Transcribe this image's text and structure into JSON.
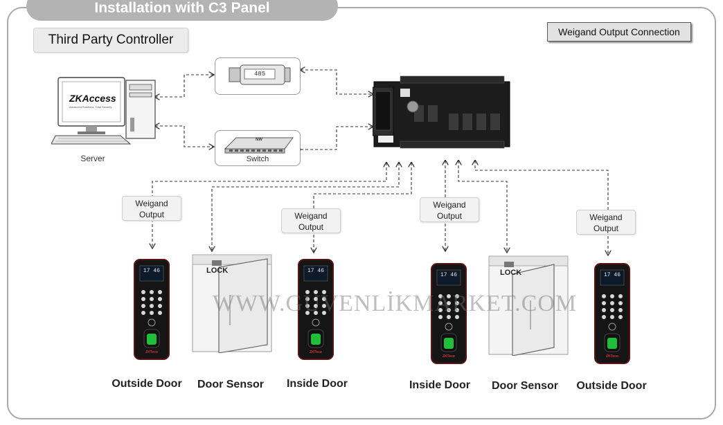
{
  "title": "Installation with C3 Panel",
  "controller_label": "Third Party Controller",
  "connection_type": "Weigand Output Connection",
  "server": {
    "caption": "Server",
    "brand": "ZKAccess",
    "brand_sub": "Advanced Solutions, Total Security"
  },
  "converter": {
    "label": "485"
  },
  "switch": {
    "caption": "Switch",
    "badge": "NW"
  },
  "weigand_label": "Weigand Output",
  "lock_label": "LOCK",
  "reader_time": "17 46",
  "reader_brand": "ZKTeco",
  "doors": [
    {
      "caption": "Outside Door"
    },
    {
      "caption": "Door Sensor"
    },
    {
      "caption": "Inside Door"
    },
    {
      "caption": "Inside Door"
    },
    {
      "caption": "Door Sensor"
    },
    {
      "caption": "Outside Door"
    }
  ],
  "watermark": "WWW.GUVENLİKMARKET.COM"
}
